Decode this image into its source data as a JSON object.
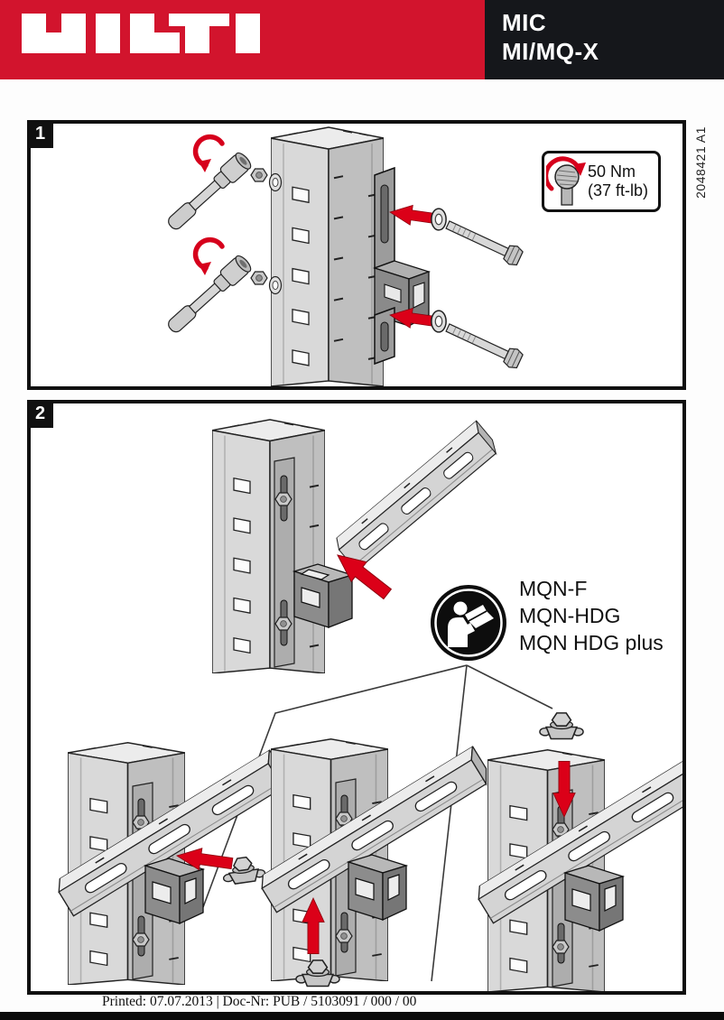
{
  "header": {
    "brand": "HILTI",
    "product_line1": "MIC",
    "product_line2": "MI/MQ-X",
    "brand_red": "#d2142d",
    "band_black": "#15171b"
  },
  "doc_number": "2048421 A1",
  "step1": {
    "label": "1",
    "torque": {
      "value": "50 Nm",
      "alt_value": "(37 ft-lb)",
      "icon": "torque-bolt-icon"
    },
    "icons": [
      "rotation-arrow-icon",
      "insert-arrow-icon",
      "bolt-icon",
      "washer-icon",
      "socket-wrench-icon"
    ]
  },
  "step2": {
    "label": "2",
    "manual_icon": "read-instructions-icon",
    "products": [
      "MQN-F",
      "MQN-HDG",
      "MQN HDG plus"
    ]
  },
  "footer": {
    "text": "Printed: 07.07.2013 | Doc-Nr: PUB / 5103091 / 000 / 00"
  },
  "colors": {
    "arrow_red": "#db0018",
    "line_gray": "#d6d6d6",
    "bracket_gray": "#8c8c8c"
  }
}
